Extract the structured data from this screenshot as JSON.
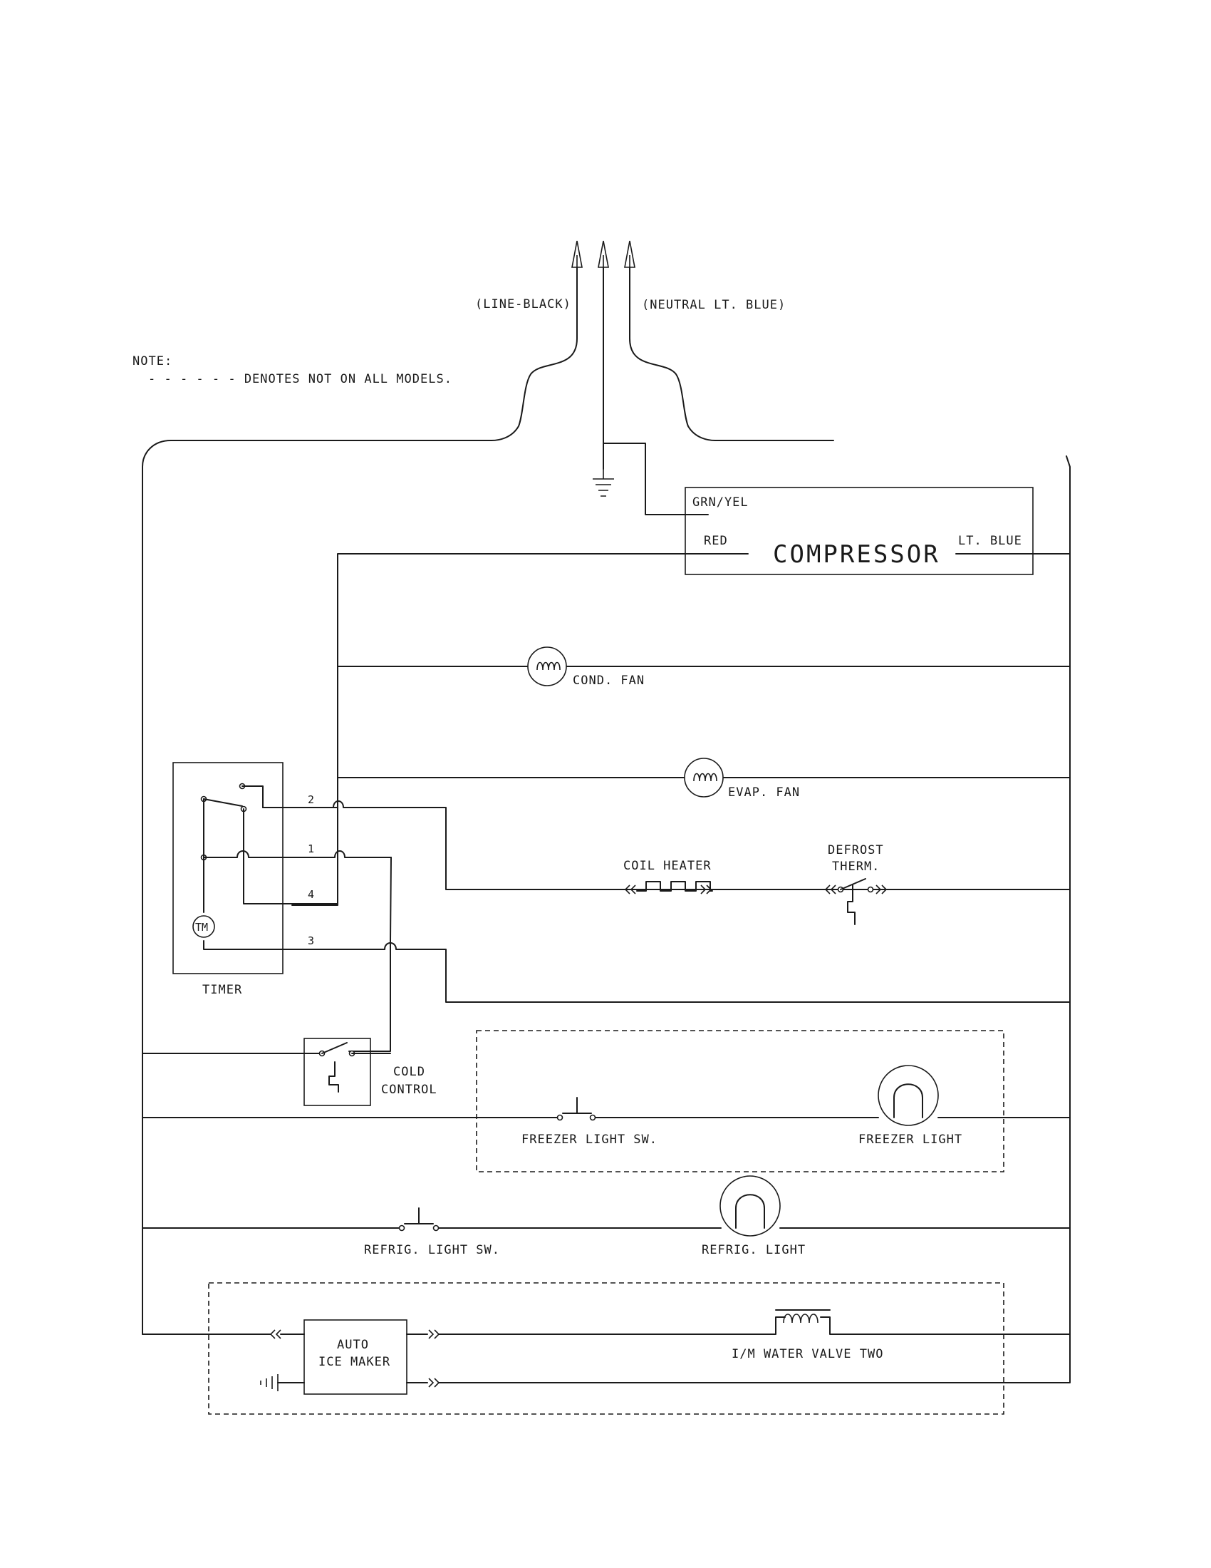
{
  "labels": {
    "line_black": "(LINE-BLACK)",
    "neutral": "(NEUTRAL LT. BLUE)",
    "note_title": "NOTE:",
    "note_text": "- - - - - - DENOTES NOT ON ALL MODELS.",
    "grn_yel": "GRN/YEL",
    "red": "RED",
    "compressor": "COMPRESSOR",
    "lt_blue": "LT. BLUE",
    "cond_fan": "COND. FAN",
    "evap_fan": "EVAP. FAN",
    "coil_heater": "COIL HEATER",
    "defrost_line1": "DEFROST",
    "defrost_line2": "THERM.",
    "timer": "TIMER",
    "tm": "TM",
    "t2": "2",
    "t1": "1",
    "t4": "4",
    "t3": "3",
    "cold_line1": "COLD",
    "cold_line2": "CONTROL",
    "freezer_light_sw": "FREEZER LIGHT SW.",
    "freezer_light": "FREEZER LIGHT",
    "refrig_light_sw": "REFRIG. LIGHT SW.",
    "refrig_light": "REFRIG. LIGHT",
    "auto": "AUTO",
    "ice_maker": "ICE MAKER",
    "water_valve": "I/M WATER VALVE TWO"
  }
}
